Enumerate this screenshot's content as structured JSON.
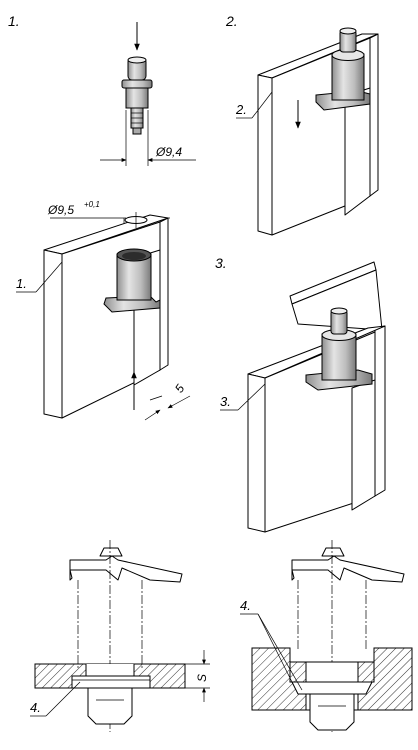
{
  "steps": [
    {
      "number": "1.",
      "part_label": "1."
    },
    {
      "number": "2.",
      "part_label": "2."
    },
    {
      "number": "3.",
      "part_label": "3."
    }
  ],
  "dimensions": {
    "pin_diameter": "Ø9,4",
    "hole_diameter": "Ø9,5",
    "hole_tolerance": "+0,1",
    "sheet_thickness": "5",
    "material_thickness": "S"
  },
  "callouts": {
    "section_left": "4.",
    "section_right": "4."
  },
  "colors": {
    "line": "#000000",
    "part_fill": "#d2d2d2",
    "part_shade": "#9a9a9a",
    "hatch": "#000000",
    "background": "#ffffff"
  }
}
